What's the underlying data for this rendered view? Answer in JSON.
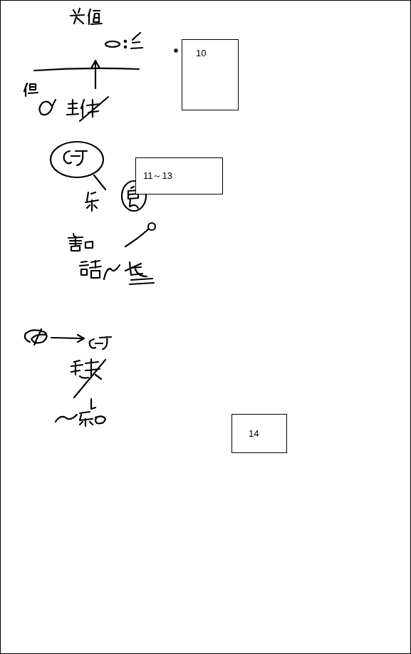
{
  "diagram": {
    "nodes": [
      {
        "text": [
          "10"
        ]
      },
      {
        "text": [
          "11～13"
        ]
      },
      {
        "text": [
          "14"
        ]
      }
    ]
  }
}
